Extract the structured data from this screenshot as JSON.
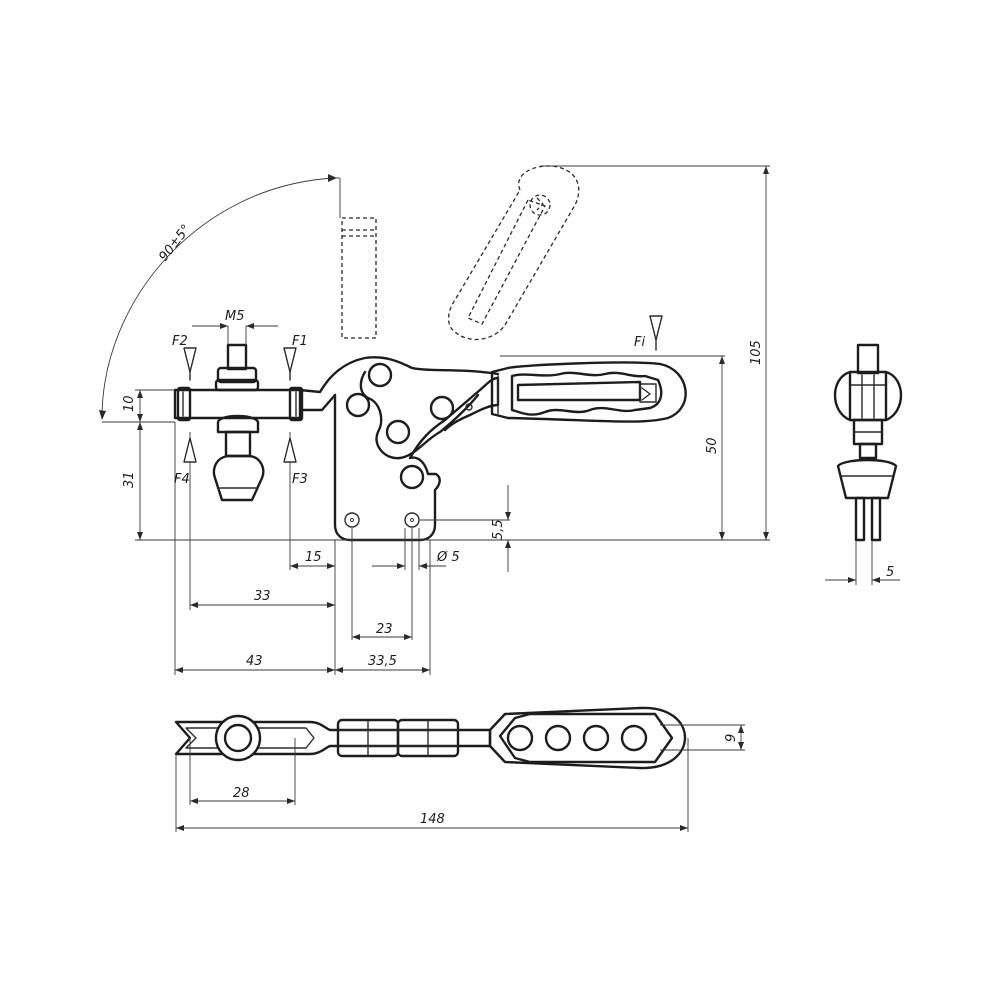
{
  "colors": {
    "line": "#2b2b2b",
    "background": "#ffffff"
  },
  "dimensions": {
    "angle": "90±5°",
    "m5": "M5",
    "d10": "10",
    "d31": "31",
    "d15": "15",
    "d33": "33",
    "d43": "43",
    "d23": "23",
    "d33_5": "33,5",
    "d5_5": "5,5",
    "hole": "Ø 5",
    "d50": "50",
    "d105": "105",
    "d5": "5",
    "d28": "28",
    "d148": "148",
    "d9": "9"
  },
  "forces": {
    "f1": "F1",
    "f2": "F2",
    "f3": "F3",
    "f4": "F4",
    "fi": "Fi"
  }
}
